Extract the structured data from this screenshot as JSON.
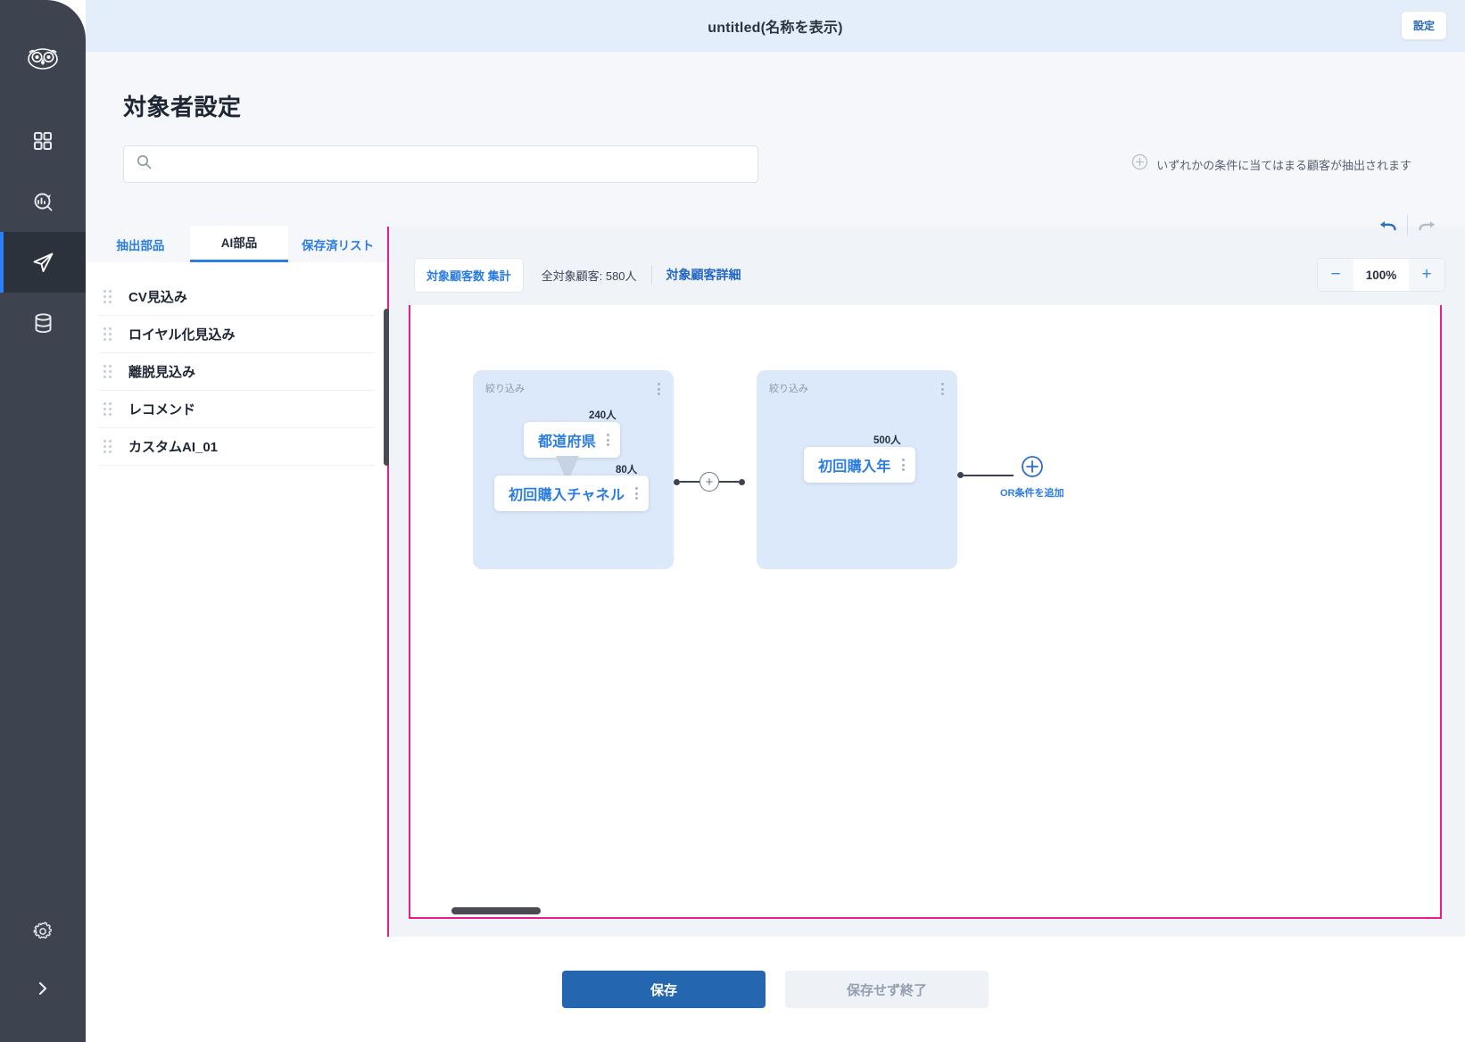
{
  "header": {
    "title": "untitled(名称を表示)",
    "settings_label": "設定"
  },
  "page": {
    "title": "対象者設定"
  },
  "search": {
    "value": "",
    "placeholder": "",
    "icon": "search-icon"
  },
  "hint": {
    "icon": "plus-circle-icon",
    "text": "いずれかの条件に当てはまる顧客が抽出されます"
  },
  "tabs": [
    {
      "label": "抽出部品",
      "active": false
    },
    {
      "label": "AI部品",
      "active": true
    },
    {
      "label": "保存済リスト",
      "active": false
    }
  ],
  "parts_list": [
    {
      "label": "CV見込み"
    },
    {
      "label": "ロイヤル化見込み"
    },
    {
      "label": "離脱見込み"
    },
    {
      "label": "レコメンド"
    },
    {
      "label": "カスタムAI_01"
    }
  ],
  "canvas_toolbar": {
    "aggregate_chip": "対象顧客数 集計",
    "total_label": "全対象顧客: 580人",
    "detail_link": "対象顧客詳細",
    "zoom_out": "−",
    "zoom_value": "100%",
    "zoom_in": "+",
    "undo_icon": "undo-icon",
    "redo_icon": "redo-icon"
  },
  "flow": {
    "groups": [
      {
        "group_label": "絞り込み",
        "conditions": [
          {
            "label": "都道府県",
            "count": "240人"
          },
          {
            "label": "初回購入チャネル",
            "count": "80人"
          }
        ]
      },
      {
        "group_label": "絞り込み",
        "conditions": [
          {
            "label": "初回購入年",
            "count": "500人"
          }
        ]
      }
    ],
    "or_add": {
      "icon": "plus-circle-icon",
      "label": "OR条件を追加"
    },
    "and_connector_icon": "plus-circle-icon"
  },
  "footer": {
    "save_label": "保存",
    "discard_label": "保存せず終了"
  },
  "rail": {
    "logo": "owl-logo-icon",
    "items": [
      {
        "icon": "grid-icon",
        "active": false
      },
      {
        "icon": "analytics-search-icon",
        "active": false
      },
      {
        "icon": "paper-plane-icon",
        "active": true
      },
      {
        "icon": "database-icon",
        "active": false
      }
    ],
    "bottom_items": [
      {
        "icon": "gear-icon"
      },
      {
        "icon": "chevron-right-icon"
      }
    ]
  },
  "colors": {
    "accent_blue": "#2b7de0",
    "primary_button": "#2566b0",
    "rail_bg": "#3d4450",
    "group_node_bg": "#dce9fa",
    "selection_outline": "#e91e8c",
    "header_bg": "#e4eefb"
  }
}
